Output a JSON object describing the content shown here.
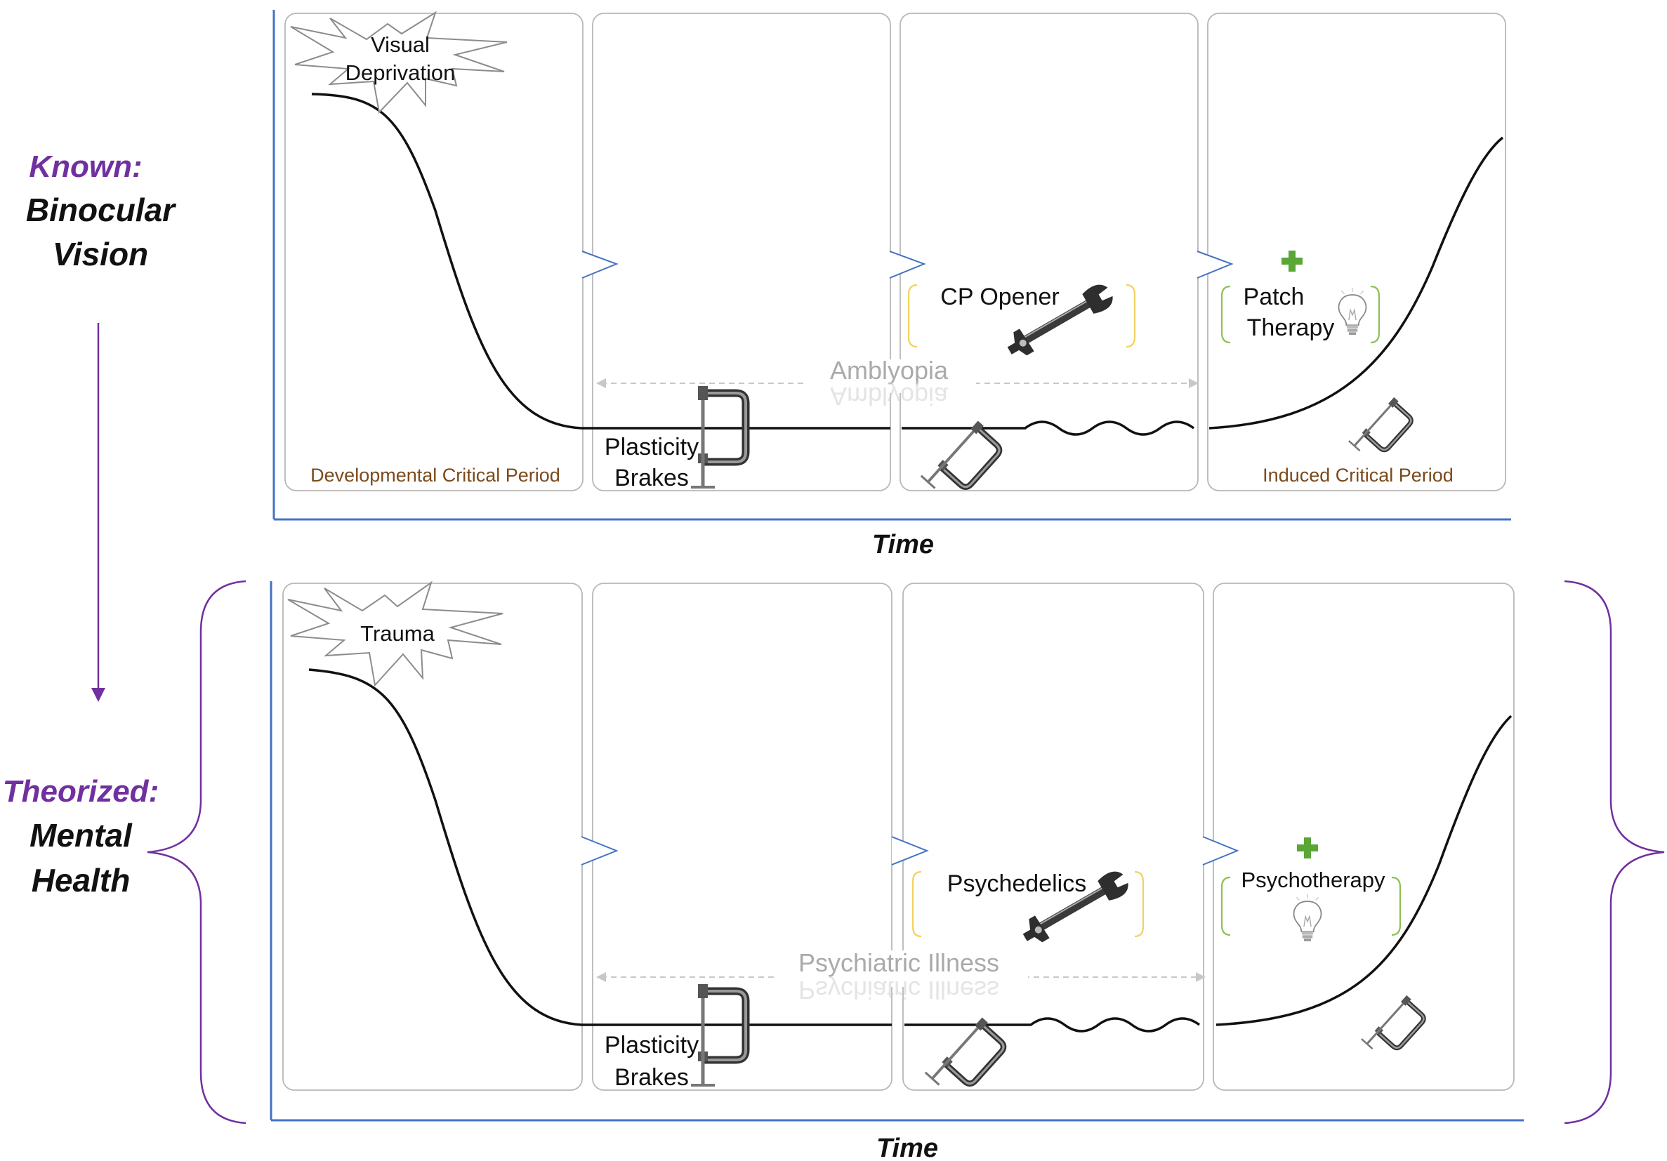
{
  "colors": {
    "axis": "#4472c4",
    "purple": "#7030a0",
    "panel_border": "#b8b8b8",
    "bracket_yellow": "#f2d25c",
    "bracket_green": "#8cc152",
    "plus_green": "#5aa636",
    "caption_brown": "#7a4a1c",
    "curve": "#111111",
    "dashed_arrow": "#c8c8c8",
    "illness_text": "#aaaaaa"
  },
  "side_labels": {
    "known_label": "Known:",
    "known_line1": "Binocular",
    "known_line2": "Vision",
    "theorized_label": "Theorized:",
    "theorized_line1": "Mental",
    "theorized_line2": "Health"
  },
  "top_row": {
    "insult_label_line1": "Visual",
    "insult_label_line2": "Deprivation",
    "brakes_line1": "Plasticity",
    "brakes_line2": "Brakes",
    "opener_label": "CP Opener",
    "therapy_line1": "Patch",
    "therapy_line2": "Therapy",
    "illness_label": "Amblyopia",
    "caption_panel1": "Developmental Critical Period",
    "caption_panel4": "Induced Critical Period",
    "axis_label": "Time"
  },
  "bottom_row": {
    "insult_label": "Trauma",
    "brakes_line1": "Plasticity",
    "brakes_line2": "Brakes",
    "opener_label": "Psychedelics",
    "therapy_label": "Psychotherapy",
    "illness_label": "Psychiatric Illness",
    "axis_label": "Time"
  },
  "icons": [
    "starburst-icon",
    "c-clamp-icon",
    "wrench-icon",
    "lightbulb-icon",
    "plus-icon",
    "curly-brace-icon",
    "down-arrow-icon"
  ]
}
